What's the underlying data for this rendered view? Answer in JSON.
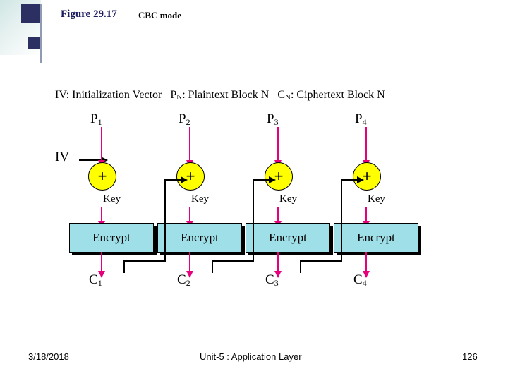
{
  "title": {
    "figure_number": "Figure 29.17",
    "caption": "CBC mode"
  },
  "diagram": {
    "legend": "IV: Initialization Vector   P N : Plaintext Block N   C N : Ciphertext Block N",
    "legend_parts": {
      "iv": "IV: Initialization Vector",
      "p": "P",
      "p_sub": "N",
      "p_rest": ": Plaintext Block N",
      "c": "C",
      "c_sub": "N",
      "c_rest": ": Ciphertext Block N"
    },
    "iv_label": "IV",
    "xor_symbol": "+",
    "stages": [
      {
        "plaintext": "P",
        "plaintext_sub": "1",
        "key_label": "Key",
        "encrypt_label": "Encrypt",
        "ciphertext": "C",
        "ciphertext_sub": "1"
      },
      {
        "plaintext": "P",
        "plaintext_sub": "2",
        "key_label": "Key",
        "encrypt_label": "Encrypt",
        "ciphertext": "C",
        "ciphertext_sub": "2"
      },
      {
        "plaintext": "P",
        "plaintext_sub": "3",
        "key_label": "Key",
        "encrypt_label": "Encrypt",
        "ciphertext": "C",
        "ciphertext_sub": "3"
      },
      {
        "plaintext": "P",
        "plaintext_sub": "4",
        "key_label": "Key",
        "encrypt_label": "Encrypt",
        "ciphertext": "C",
        "ciphertext_sub": "4"
      }
    ],
    "colors": {
      "xor_fill": "#ffff00",
      "encrypt_fill": "#9fdfe8",
      "arrow_magenta": "#e5007e",
      "arrow_black": "#000000",
      "title_navy": "#1b1b5e"
    }
  },
  "footer": {
    "date": "3/18/2018",
    "center": "Unit-5 : Application Layer",
    "page": "126"
  }
}
